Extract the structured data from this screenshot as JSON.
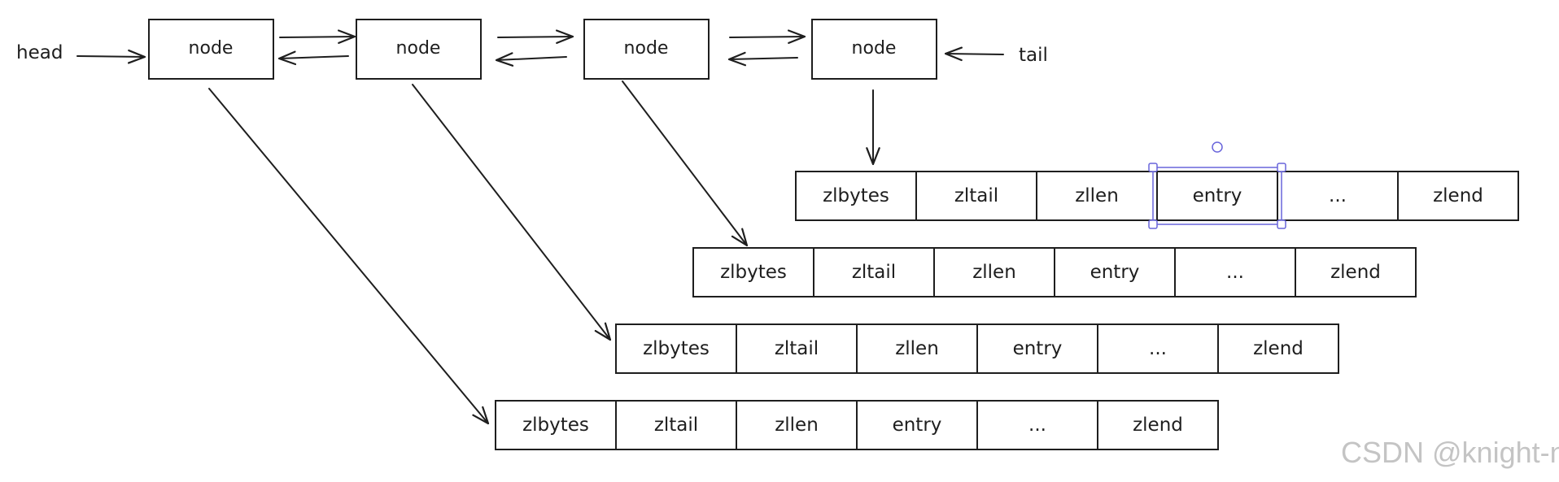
{
  "labels": {
    "head": "head",
    "tail": "tail"
  },
  "nodes": [
    "node",
    "node",
    "node",
    "node"
  ],
  "ziplists": [
    {
      "cells": [
        "zlbytes",
        "zltail",
        "zllen",
        "entry",
        "...",
        "zlend"
      ],
      "selected_cell": 3
    },
    {
      "cells": [
        "zlbytes",
        "zltail",
        "zllen",
        "entry",
        "...",
        "zlend"
      ]
    },
    {
      "cells": [
        "zlbytes",
        "zltail",
        "zllen",
        "entry",
        "...",
        "zlend"
      ]
    },
    {
      "cells": [
        "zlbytes",
        "zltail",
        "zllen",
        "entry",
        "...",
        "zlend"
      ]
    }
  ],
  "watermark": "CSDN @knight-n",
  "colors": {
    "stroke": "#1e1e1e",
    "selection": "#6965db",
    "watermark": "#c4c4c4"
  }
}
